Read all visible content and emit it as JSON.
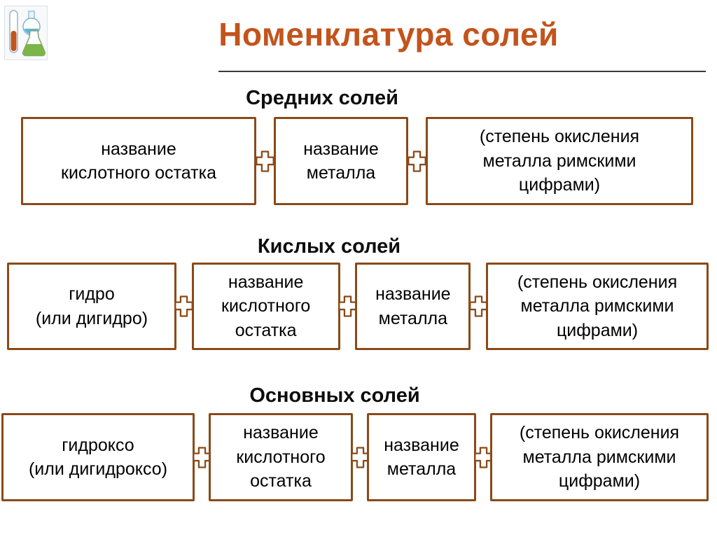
{
  "slide": {
    "title": "Номенклатура солей"
  },
  "sections": [
    {
      "heading": "Средних солей",
      "boxes": [
        "название\nкислотного остатка",
        "название\nметалла",
        "(степень окисления\nметалла римскими\nцифрами)"
      ]
    },
    {
      "heading": "Кислых солей",
      "boxes": [
        "гидро\n(или дигидро)",
        "название\nкислотного\nостатка",
        "название\nметалла",
        "(степень окисления\nметалла римскими\nцифрами)"
      ]
    },
    {
      "heading": "Основных солей",
      "boxes": [
        "гидроксо\n(или дигидроксо)",
        "название\nкислотного\nостатка",
        "название\nметалла",
        "(степень окисления\nметалла римскими\nцифрами)"
      ]
    }
  ],
  "icons": {
    "plus": "plus-icon",
    "corner": "lab-flasks-icon"
  },
  "colors": {
    "title_text": "#c2541c",
    "box_border": "#8a4a18",
    "heading_text": "#0d0d0d",
    "underline": "#3a3a3a"
  }
}
